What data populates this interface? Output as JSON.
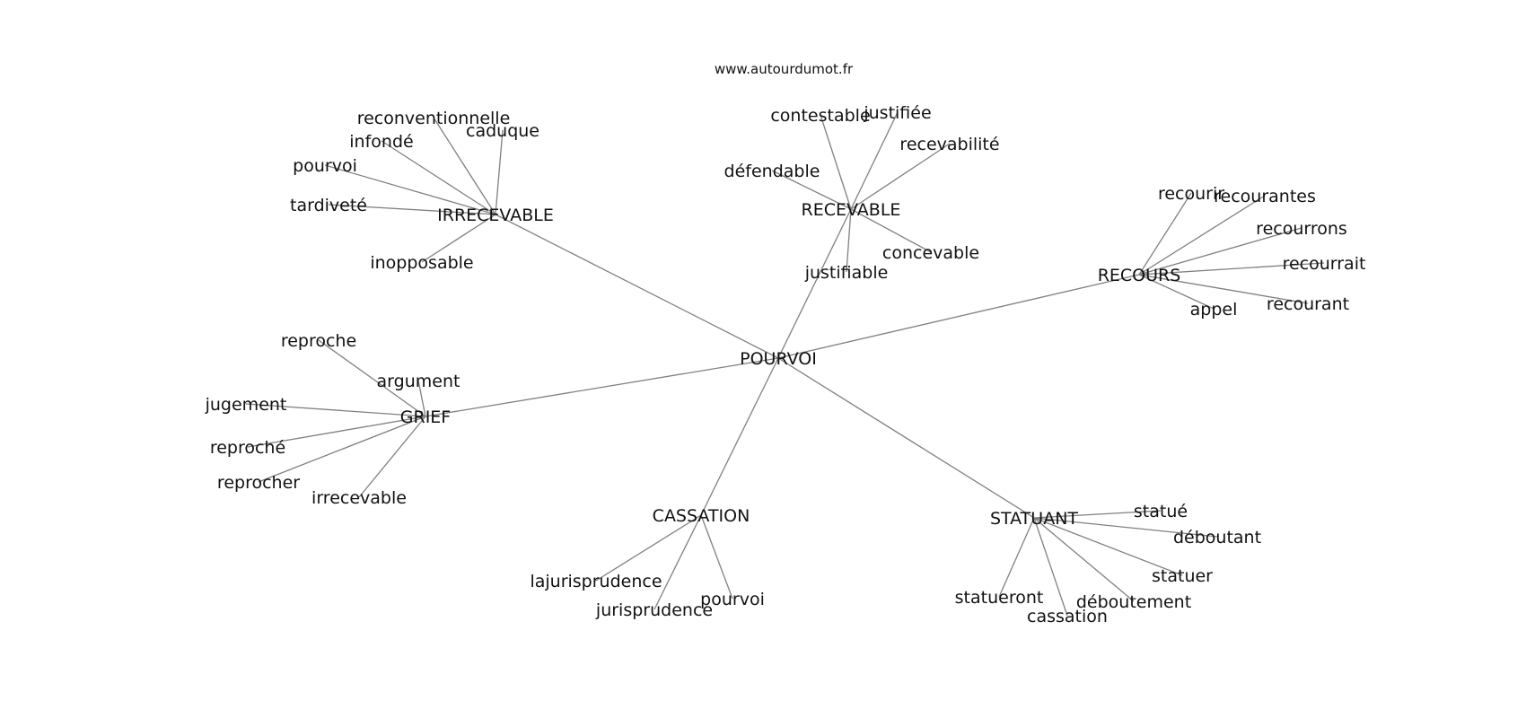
{
  "site": "www.autourdumot.fr",
  "graph": {
    "root": "POURVOI",
    "clusters": [
      {
        "label": "IRRECEVABLE",
        "words": [
          "reconventionnelle",
          "caduque",
          "infondé",
          "pourvoi",
          "tardiveté",
          "inopposable"
        ]
      },
      {
        "label": "RECEVABLE",
        "words": [
          "contestable",
          "justifiée",
          "recevabilité",
          "défendable",
          "concevable",
          "justifiable"
        ]
      },
      {
        "label": "RECOURS",
        "words": [
          "recourir",
          "recourantes",
          "recourrons",
          "recourrait",
          "recourant",
          "appel"
        ]
      },
      {
        "label": "GRIEF",
        "words": [
          "reproche",
          "argument",
          "jugement",
          "reproché",
          "reprocher",
          "irrecevable"
        ]
      },
      {
        "label": "CASSATION",
        "words": [
          "lajurisprudence",
          "jurisprudence",
          "pourvoi"
        ]
      },
      {
        "label": "STATUANT",
        "words": [
          "statué",
          "déboutant",
          "statuer",
          "déboutement",
          "statueront",
          "cassation"
        ]
      }
    ]
  }
}
